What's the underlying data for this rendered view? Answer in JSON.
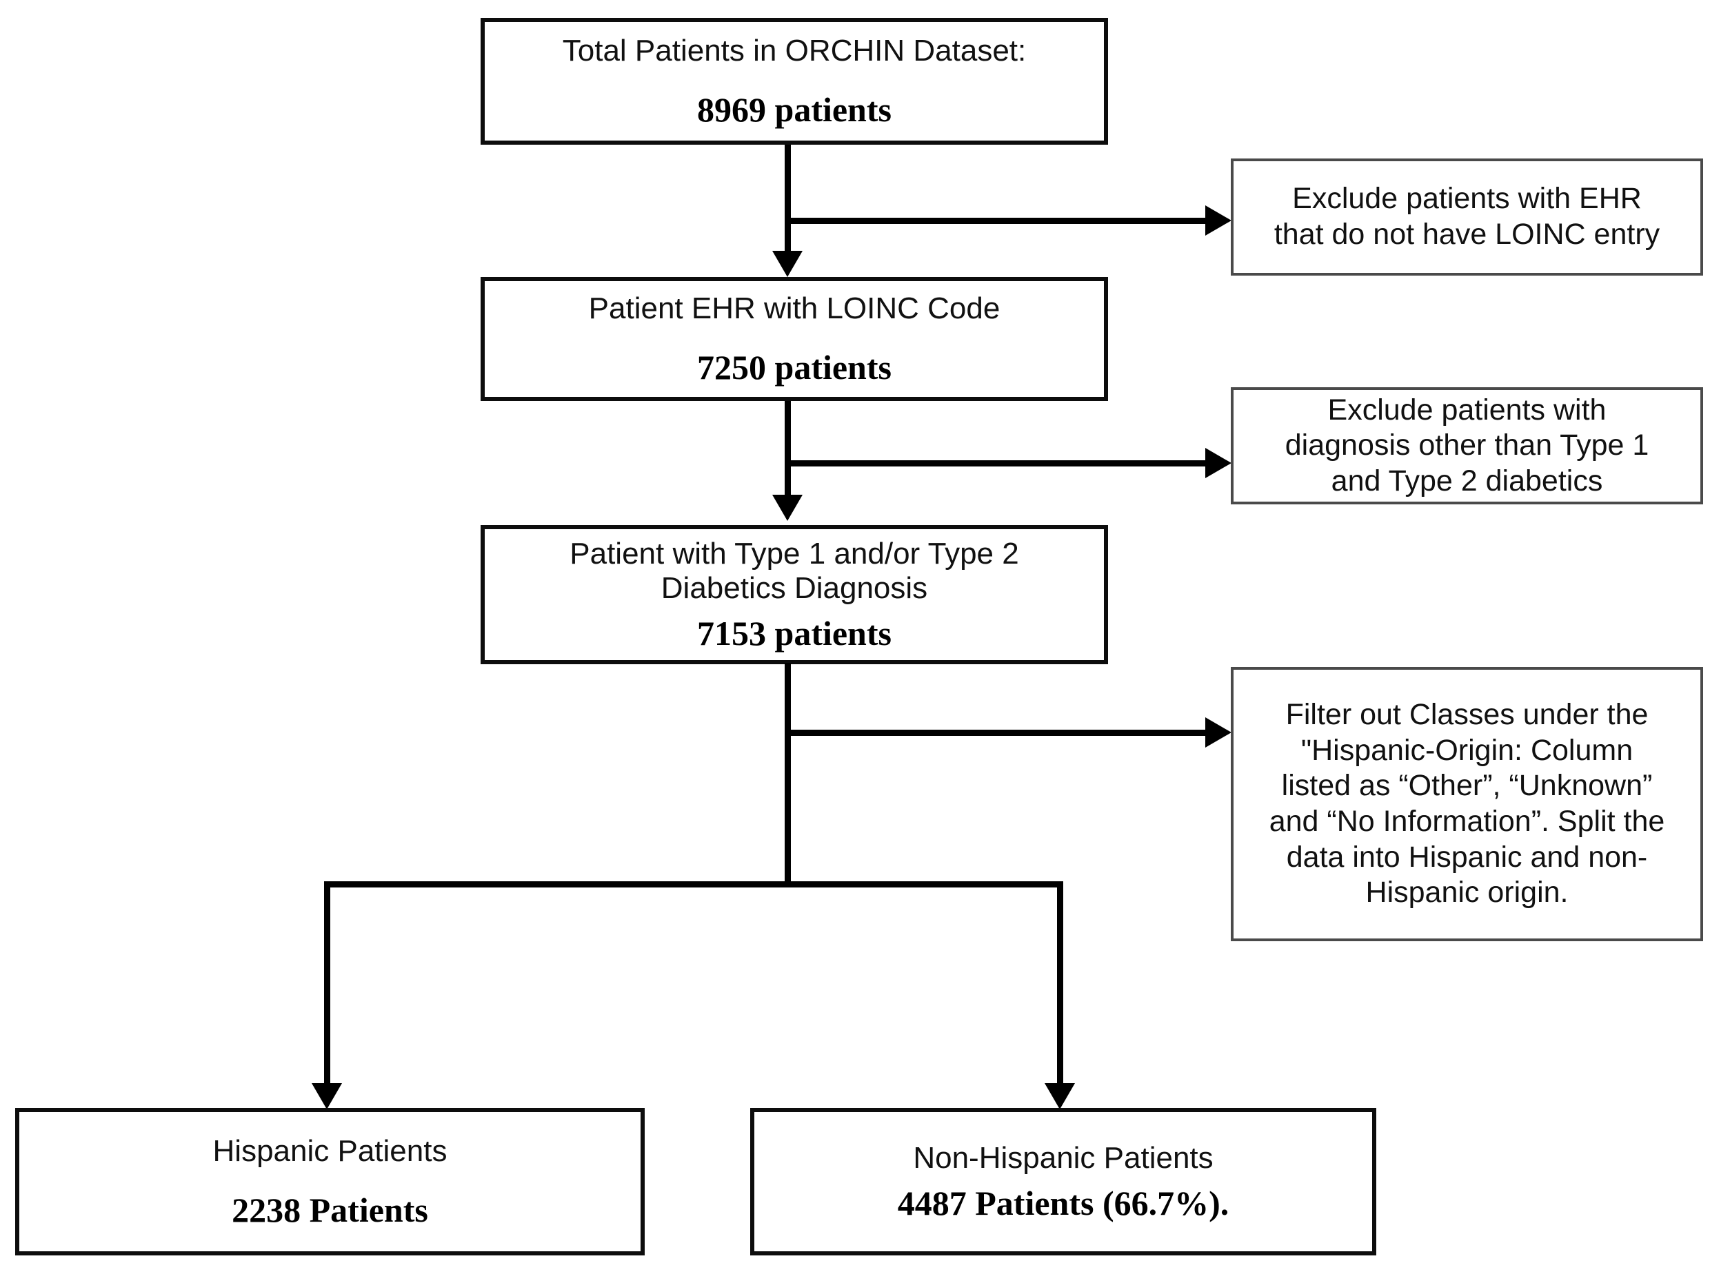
{
  "diagram": {
    "type": "flowchart",
    "orientation": "top-to-bottom",
    "nodes": [
      {
        "id": "total",
        "title": "Total Patients in ORCHIN Dataset:",
        "count": "8969 patients"
      },
      {
        "id": "loinc",
        "title": "Patient EHR with LOINC Code",
        "count": "7250 patients"
      },
      {
        "id": "diabetes",
        "title": "Patient with Type 1 and/or Type 2\nDiabetics Diagnosis",
        "count": "7153 patients"
      },
      {
        "id": "hispanic",
        "title": "Hispanic Patients",
        "count": "2238 Patients"
      },
      {
        "id": "non-hispanic",
        "title": "Non-Hispanic Patients",
        "count": "4487 Patients (66.7%)."
      }
    ],
    "exclusions": [
      {
        "id": "exclude-loinc",
        "text": "Exclude patients with EHR\nthat do not have LOINC entry"
      },
      {
        "id": "exclude-diagnosis",
        "text": "Exclude patients with\ndiagnosis other than Type 1\nand Type 2 diabetics"
      },
      {
        "id": "filter-hispanic-origin",
        "text": "Filter out Classes under the\n\"Hispanic-Origin: Column\nlisted as “Other”, “Unknown”\nand “No Information”. Split the\ndata into Hispanic and non-\nHispanic origin."
      }
    ],
    "colors": {
      "node_border": "#0d0d0d",
      "side_border": "#4a4a4a",
      "connector": "#000000",
      "background": "#ffffff",
      "text": "#111111"
    }
  }
}
